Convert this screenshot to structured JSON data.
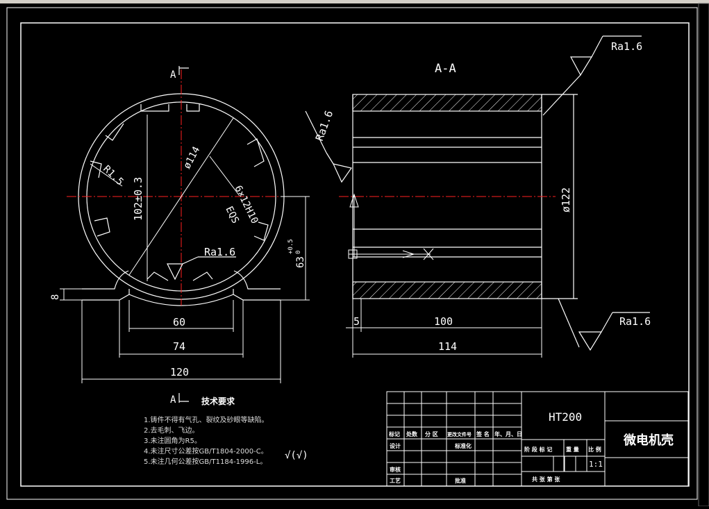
{
  "section_label": "A-A",
  "section_marker": "A",
  "dimensions": {
    "d114": "ø114",
    "d102": "102±0.3",
    "r15": "R1.5",
    "keyway": "6×12H10",
    "eqs": "EQS",
    "h63": "63",
    "h63_tol_upper": "+0.5",
    "h63_tol_lower": "0",
    "d8": "8",
    "w60": "60",
    "w74": "74",
    "w120": "120",
    "d122": "ø122",
    "l5": "5",
    "l100": "100",
    "l114": "114"
  },
  "roughness": {
    "front": "Ra1.6",
    "left": "Ra1.6",
    "top_right": "Ra1.6",
    "bottom_right": "Ra1.6",
    "general": "√(√)"
  },
  "technical_requirements": {
    "title": "技术要求",
    "items": [
      "1.铸件不得有气孔、裂纹及砂眼等缺陷。",
      "2.去毛刺、飞边。",
      "3.未注圆角为R5。",
      "4.未注尺寸公差按GB/T1804-2000-C。",
      "5.未注几何公差按GB/T1184-1996-L。"
    ]
  },
  "title_block": {
    "material": "HT200",
    "part_name": "微电机壳",
    "scale": "1:1",
    "row_labels": [
      "标记",
      "处数",
      "分 区",
      "更改文件号",
      "签 名",
      "年、月、日"
    ],
    "design": "设计",
    "standardize": "标准化",
    "review": "审核",
    "process": "工艺",
    "approve": "批准",
    "stage_mark": "阶 段 标 记",
    "weight": "重 量",
    "ratio": "比 例",
    "sheets": "共   张   第   张"
  },
  "colors": {
    "background": "#000000",
    "line": "#ffffff",
    "centerline": "#ff2020",
    "frame": "#ffffff"
  }
}
